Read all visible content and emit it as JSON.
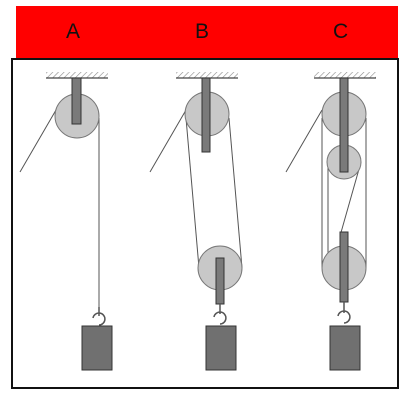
{
  "header": {
    "labels": [
      "A",
      "B",
      "C"
    ],
    "background_color": "#ff0000"
  },
  "colors": {
    "pulley_fill": "#c8c8c8",
    "axle_fill": "#7a7a7a",
    "weight_fill": "#707070",
    "rope": "#555555",
    "outline": "#333333"
  },
  "systems": [
    {
      "label": "A",
      "fixed_pulleys": 1,
      "movable_pulleys": 0
    },
    {
      "label": "B",
      "fixed_pulleys": 1,
      "movable_pulleys": 1
    },
    {
      "label": "C",
      "fixed_pulleys": 2,
      "movable_pulleys": 1
    }
  ]
}
